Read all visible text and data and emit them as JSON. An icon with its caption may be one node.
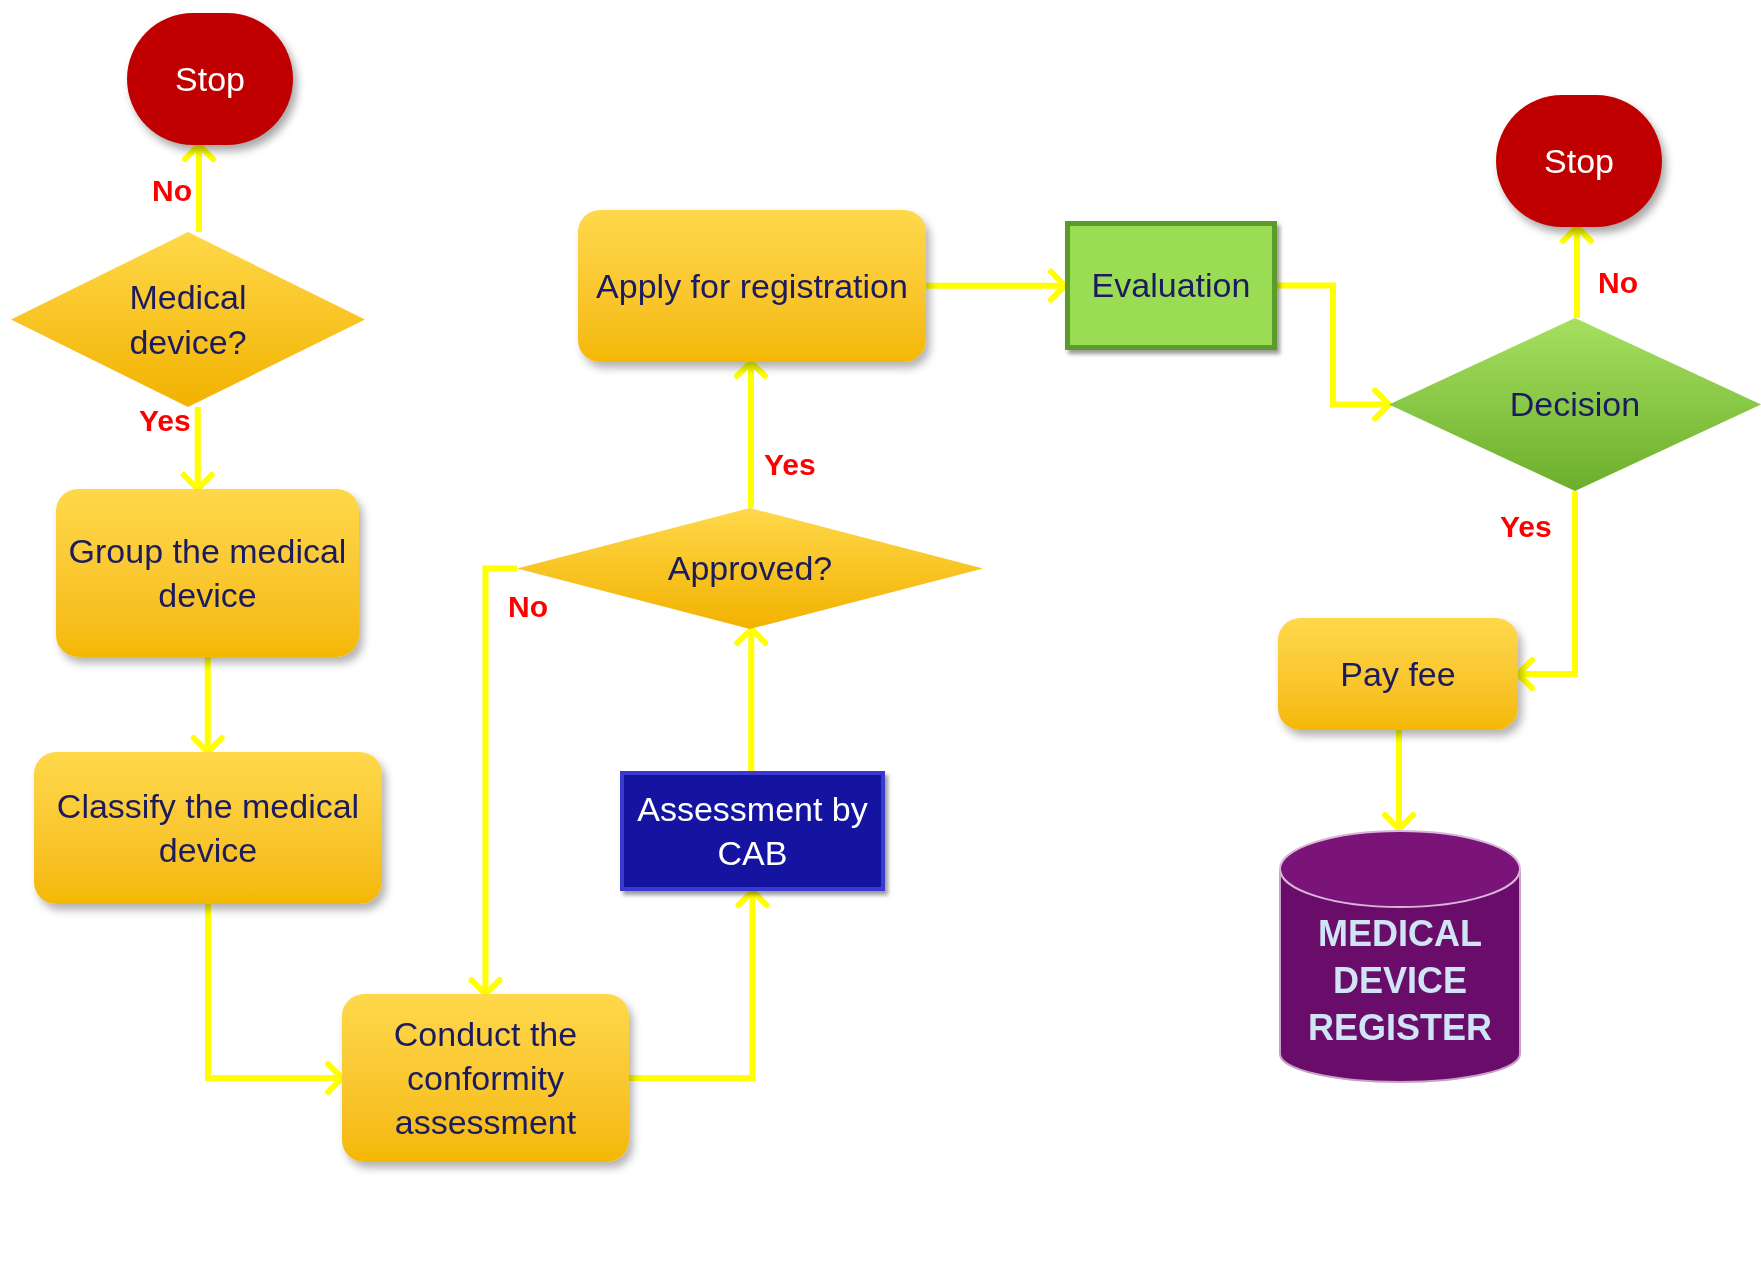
{
  "diagram": {
    "nodes": [
      {
        "text": [
          "Stop"
        ]
      },
      {
        "text": [
          "Medical device?"
        ]
      },
      {
        "text": [
          "Group the medical device"
        ]
      },
      {
        "text": [
          "Classify the medical device"
        ]
      },
      {
        "text": [
          "Conduct the conformity assessment"
        ]
      },
      {
        "text": [
          "Assessment by CAB"
        ]
      },
      {
        "text": [
          "Approved?"
        ]
      },
      {
        "text": [
          "Apply for registration"
        ]
      },
      {
        "text": [
          "Evaluation"
        ]
      },
      {
        "text": [
          "Decision"
        ]
      },
      {
        "text": [
          "Stop"
        ]
      },
      {
        "text": [
          "Pay fee"
        ]
      },
      {
        "text": [
          "MEDICAL DEVICE REGISTER"
        ]
      }
    ],
    "edges": [
      {
        "from": 1,
        "to": 0,
        "arrow": "to",
        "label": "No"
      },
      {
        "from": 1,
        "to": 2,
        "arrow": "to",
        "label": "Yes"
      },
      {
        "from": 2,
        "to": 3,
        "arrow": "to"
      },
      {
        "from": 3,
        "to": 4,
        "arrow": "to"
      },
      {
        "from": 4,
        "to": 5,
        "arrow": "to"
      },
      {
        "from": 5,
        "to": 6,
        "arrow": "to"
      },
      {
        "from": 6,
        "to": 7,
        "arrow": "to",
        "label": "Yes"
      },
      {
        "from": 6,
        "to": 4,
        "arrow": "to",
        "label": "No"
      },
      {
        "from": 7,
        "to": 8,
        "arrow": "to"
      },
      {
        "from": 8,
        "to": 9,
        "arrow": "to"
      },
      {
        "from": 9,
        "to": 10,
        "arrow": "to",
        "label": "No"
      },
      {
        "from": 9,
        "to": 11,
        "arrow": "to",
        "label": "Yes"
      },
      {
        "from": 11,
        "to": 12,
        "arrow": "to"
      }
    ]
  }
}
